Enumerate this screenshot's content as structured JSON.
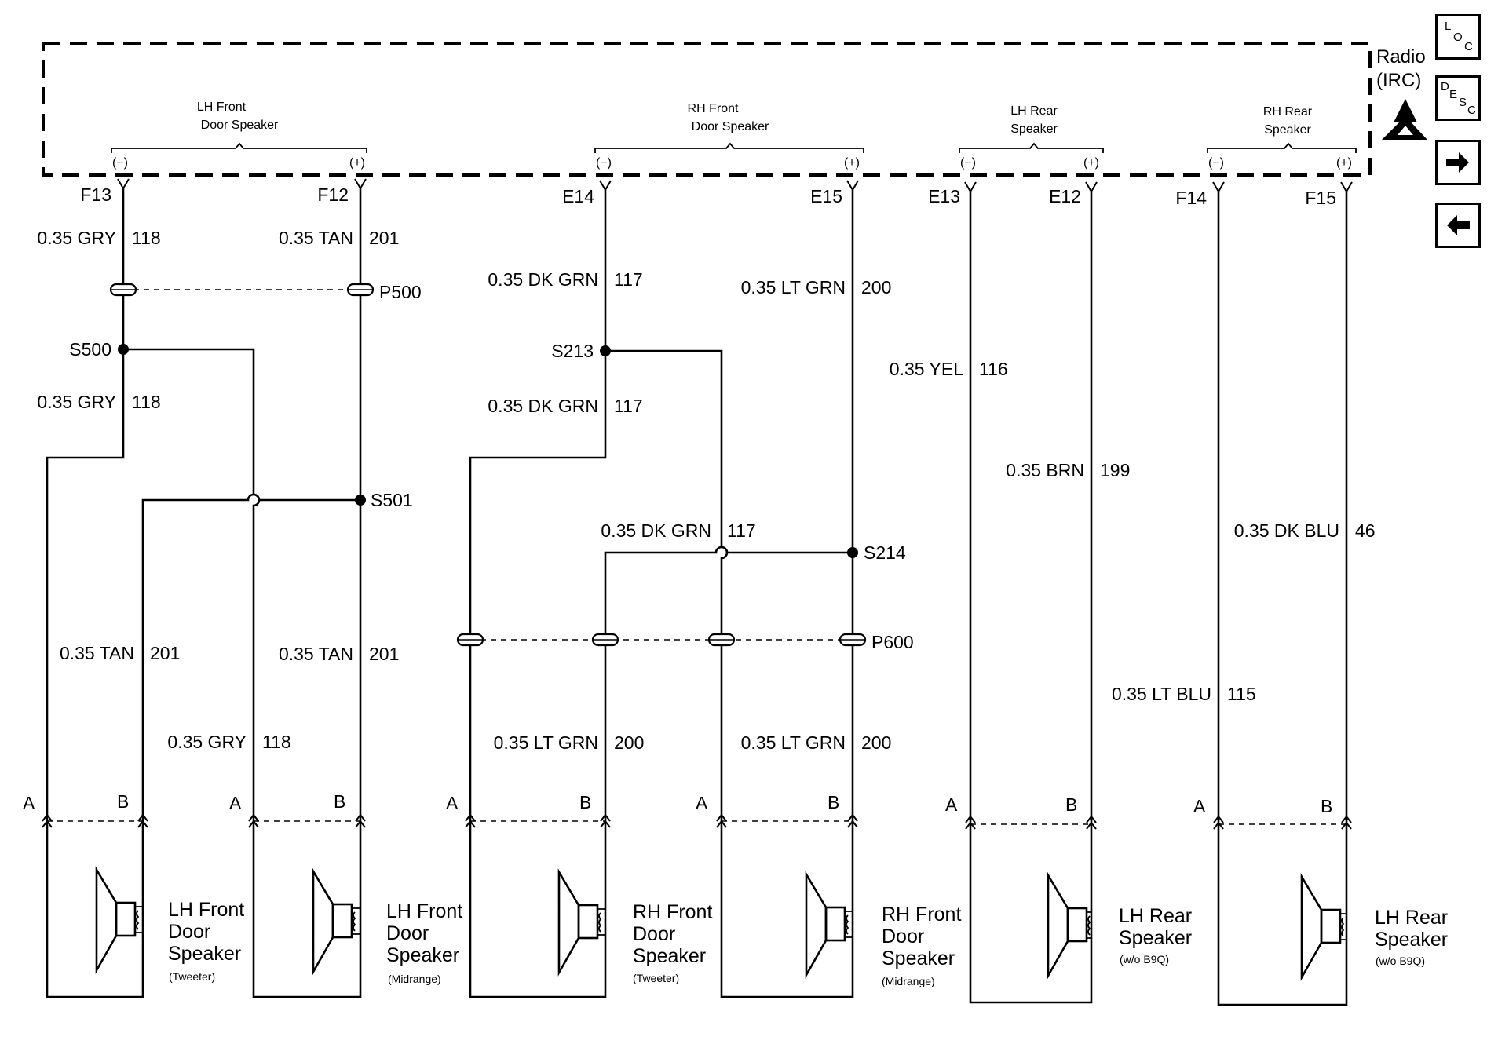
{
  "radio": {
    "title": "Radio",
    "subtitle": "(IRC)"
  },
  "nav": {
    "loc": {
      "l": "L",
      "o": "O",
      "c": "C"
    },
    "desc": {
      "d": "D",
      "e": "E",
      "s": "S",
      "c": "C"
    },
    "next_icon": "right-arrow-icon",
    "prev_icon": "left-arrow-icon",
    "esd_icon": "esd-warning-icon"
  },
  "groups": [
    {
      "name": [
        "LH Front",
        "Door Speaker"
      ],
      "neg": "(−)",
      "pos": "(+)"
    },
    {
      "name": [
        "RH Front",
        "Door Speaker"
      ],
      "neg": "(−)",
      "pos": "(+)"
    },
    {
      "name": [
        "LH Rear",
        "Speaker"
      ],
      "neg": "(−)",
      "pos": "(+)"
    },
    {
      "name": [
        "RH Rear",
        "Speaker"
      ],
      "neg": "(−)",
      "pos": "(+)"
    }
  ],
  "pins": [
    "F13",
    "F12",
    "E14",
    "E15",
    "E13",
    "E12",
    "F14",
    "F15"
  ],
  "wire_labels": [
    {
      "color": "0.35 GRY",
      "circuit": "118"
    },
    {
      "color": "0.35 TAN",
      "circuit": "201"
    },
    {
      "color": "0.35 DK GRN",
      "circuit": "117"
    },
    {
      "color": "0.35 LT GRN",
      "circuit": "200"
    },
    {
      "color": "0.35 GRY",
      "circuit": "118"
    },
    {
      "color": "0.35 DK GRN",
      "circuit": "117"
    },
    {
      "color": "0.35 YEL",
      "circuit": "116"
    },
    {
      "color": "0.35 BRN",
      "circuit": "199"
    },
    {
      "color": "0.35 DK GRN",
      "circuit": "117"
    },
    {
      "color": "0.35 DK BLU",
      "circuit": "46"
    },
    {
      "color": "0.35 TAN",
      "circuit": "201"
    },
    {
      "color": "0.35 TAN",
      "circuit": "201"
    },
    {
      "color": "0.35 LT BLU",
      "circuit": "115"
    },
    {
      "color": "0.35 GRY",
      "circuit": "118"
    },
    {
      "color": "0.35 LT GRN",
      "circuit": "200"
    },
    {
      "color": "0.35 LT GRN",
      "circuit": "200"
    }
  ],
  "splices": [
    "S500",
    "S501",
    "S213",
    "S214"
  ],
  "connectors": [
    "P500",
    "P600"
  ],
  "terminals": {
    "a": "A",
    "b": "B"
  },
  "speakers": [
    {
      "name": [
        "LH Front",
        "Door",
        "Speaker"
      ],
      "note": "(Tweeter)"
    },
    {
      "name": [
        "LH Front",
        "Door",
        "Speaker"
      ],
      "note": "(Midrange)"
    },
    {
      "name": [
        "RH Front",
        "Door",
        "Speaker"
      ],
      "note": "(Tweeter)"
    },
    {
      "name": [
        "RH Front",
        "Door",
        "Speaker"
      ],
      "note": "(Midrange)"
    },
    {
      "name": [
        "LH Rear",
        "Speaker"
      ],
      "note": "(w/o B9Q)"
    },
    {
      "name": [
        "LH Rear",
        "Speaker"
      ],
      "note": "(w/o B9Q)"
    }
  ]
}
